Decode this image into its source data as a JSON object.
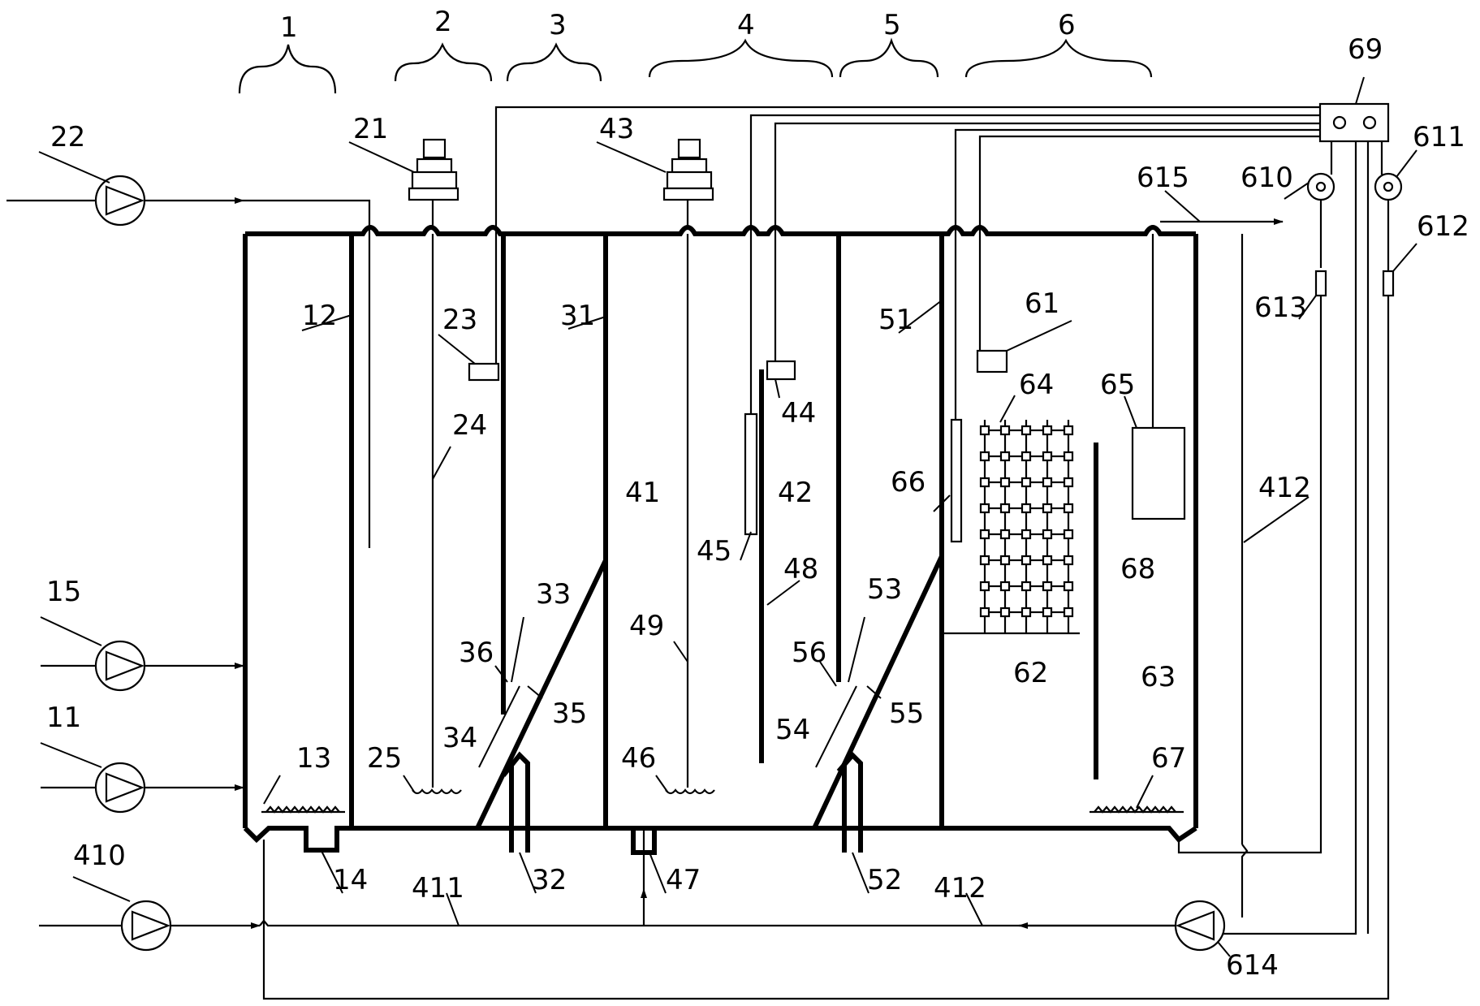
{
  "zone_labels": {
    "z1": "1",
    "z2": "2",
    "z3": "3",
    "z4": "4",
    "z5": "5",
    "z6": "6"
  },
  "part_labels": {
    "p11": "11",
    "p12": "12",
    "p13": "13",
    "p14": "14",
    "p15": "15",
    "p21": "21",
    "p22": "22",
    "p23": "23",
    "p24": "24",
    "p25": "25",
    "p31": "31",
    "p32": "32",
    "p33": "33",
    "p34": "34",
    "p35": "35",
    "p36": "36",
    "p41": "41",
    "p42": "42",
    "p43": "43",
    "p44": "44",
    "p45": "45",
    "p46": "46",
    "p47": "47",
    "p48": "48",
    "p49": "49",
    "p410": "410",
    "p411": "411",
    "p412a": "412",
    "p412b": "412",
    "p51": "51",
    "p52": "52",
    "p53": "53",
    "p54": "54",
    "p55": "55",
    "p56": "56",
    "p61": "61",
    "p62": "62",
    "p63": "63",
    "p64": "64",
    "p65": "65",
    "p66": "66",
    "p67": "67",
    "p68": "68",
    "p69": "69",
    "p610": "610",
    "p611": "611",
    "p612": "612",
    "p613": "613",
    "p614": "614",
    "p615": "615"
  }
}
